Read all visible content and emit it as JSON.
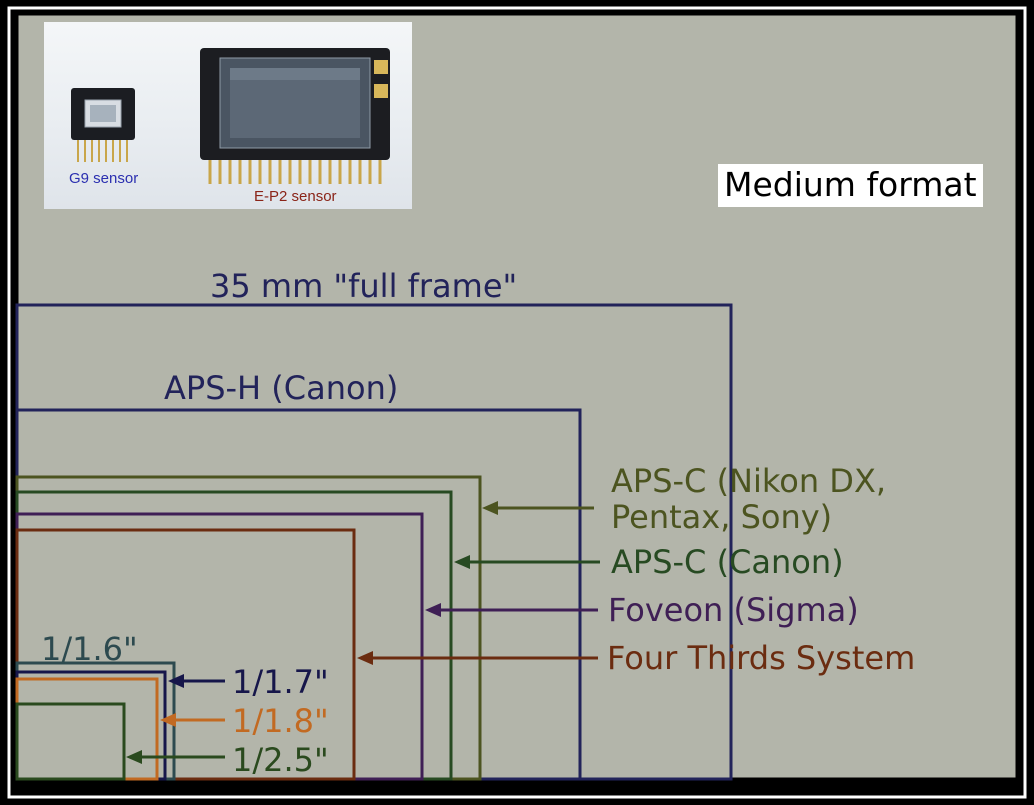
{
  "title_text": "",
  "photo": {
    "g9_caption": "G9 sensor",
    "ep2_caption": "E-P2 sensor"
  },
  "medium_format_label": "Medium format",
  "sensors": [
    {
      "key": "full_frame",
      "label": "35 mm \"full frame\"",
      "color": "#22235a"
    },
    {
      "key": "aps_h",
      "label": "APS-H (Canon)",
      "color": "#22235a"
    },
    {
      "key": "apsc_nikon",
      "label_lines": [
        "APS-C (Nikon DX,",
        "Pentax, Sony)"
      ],
      "color": "#4c5420"
    },
    {
      "key": "apsc_canon",
      "label": "APS-C (Canon)",
      "color": "#274a22"
    },
    {
      "key": "foveon",
      "label": "Foveon (Sigma)",
      "color": "#3f1f55"
    },
    {
      "key": "four_thirds",
      "label": "Four Thirds System",
      "color": "#6b2c10"
    },
    {
      "key": "one_1_6",
      "label": "1/1.6\"",
      "color": "#2d4a4f"
    },
    {
      "key": "one_1_7",
      "label": "1/1.7\"",
      "color": "#16164a"
    },
    {
      "key": "one_1_8",
      "label": "1/1.8\"",
      "color": "#c26a22"
    },
    {
      "key": "one_2_5",
      "label": "1/2.5\"",
      "color": "#2a4a1e"
    }
  ],
  "colors": {
    "background": "#b3b5aa",
    "frame": "#000000",
    "inner_border": "#ffffff"
  }
}
